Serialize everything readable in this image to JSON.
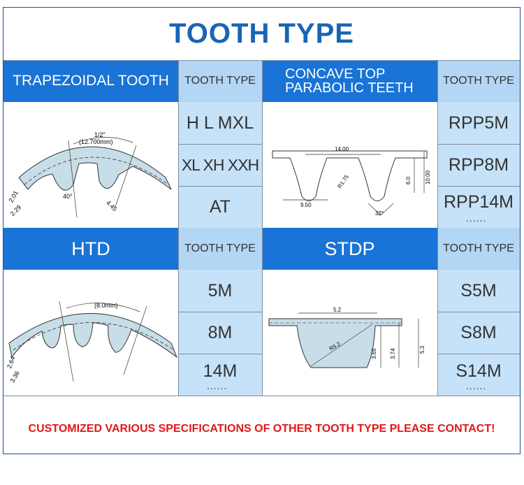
{
  "title": "TOOTH TYPE",
  "col_header": "TOOTH TYPE",
  "sections": {
    "trapezoidal": {
      "label": "TRAPEZOIDAL TOOTH",
      "types": [
        "H L MXL",
        "XL XH XXH",
        "AT"
      ]
    },
    "concave": {
      "label_line1": "CONCAVE TOP",
      "label_line2": "PARABOLIC TEETH",
      "types": [
        "RPP5M",
        "RPP8M",
        "RPP14M"
      ]
    },
    "htd": {
      "label": "HTD",
      "types": [
        "5M",
        "8M",
        "14M"
      ]
    },
    "stdp": {
      "label": "STDP",
      "types": [
        "S5M",
        "S8M",
        "S14M"
      ]
    }
  },
  "more_marker": "......",
  "diagram_labels": {
    "trap": {
      "pitch1": "1/2\"",
      "pitch2": "(12.700mm)",
      "h1": "2.01",
      "h2": "2.29",
      "angle": "40°",
      "w": "4.45"
    },
    "concave": {
      "top": "14.00",
      "bottom": "9.50",
      "radius": "R1.75",
      "h1": "6.0",
      "h2": "10.00",
      "angle": "32°"
    },
    "htd": {
      "pitch": "(8.0mm)",
      "h1": "2.64",
      "h2": "3.36"
    },
    "stdp": {
      "top": "5.2",
      "radius": "R5.2",
      "d1": "3.65",
      "d2": "3.74",
      "d3": "5.3"
    }
  },
  "footer": "CUSTOMIZED VARIOUS SPECIFICATIONS OF OTHER TOOTH TYPE PLEASE CONTACT!",
  "colors": {
    "title": "#1a64b5",
    "header_blue": "#1a73d6",
    "header_light": "#b2d6f4",
    "value_bg": "#c6e2f8",
    "footer_red": "#e01818"
  }
}
